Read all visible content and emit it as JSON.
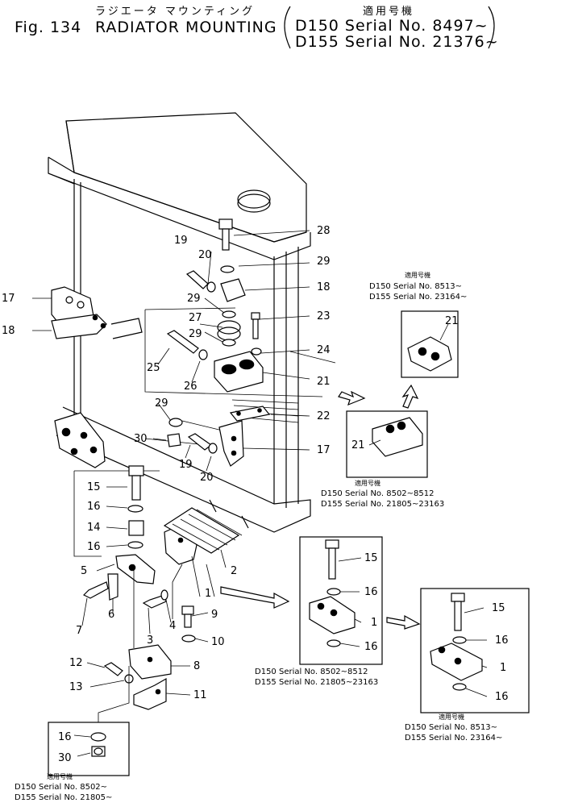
{
  "header": {
    "fig_label": "Fig. 134",
    "title_kana": "ラジエータ マウンティング",
    "title": "RADIATOR MOUNTING",
    "applic_label": "適用号機",
    "applic_line1": "D150 Serial No. 8497~",
    "applic_line2": "D155 Serial No. 21376~"
  },
  "callouts": [
    "1",
    "2",
    "3",
    "4",
    "5",
    "6",
    "7",
    "8",
    "9",
    "10",
    "11",
    "12",
    "13",
    "14",
    "15",
    "16",
    "17",
    "18",
    "19",
    "20",
    "21",
    "22",
    "23",
    "24",
    "25",
    "26",
    "27",
    "28",
    "29",
    "30"
  ],
  "insets": [
    {
      "applic_label": "適用号機",
      "line1": "D150  Serial No. 8513~",
      "line2": "D155  Serial No. 23164~"
    },
    {
      "applic_label": "適用号機",
      "line1": "D150  Serial No. 8502~8512",
      "line2": "D155  Serial No. 21805~23163"
    },
    {
      "line1": "D150  Serial No. 8502~8512",
      "line2": "D155  Serial No. 21805~23163"
    },
    {
      "applic_label": "適用号機",
      "line1": "D150  Serial No. 8513~",
      "line2": "D155  Serial No. 23164~"
    },
    {
      "applic_label": "適用号機",
      "line1": "D150  Serial No. 8502~",
      "line2": "D155  Serial No. 21805~"
    }
  ]
}
